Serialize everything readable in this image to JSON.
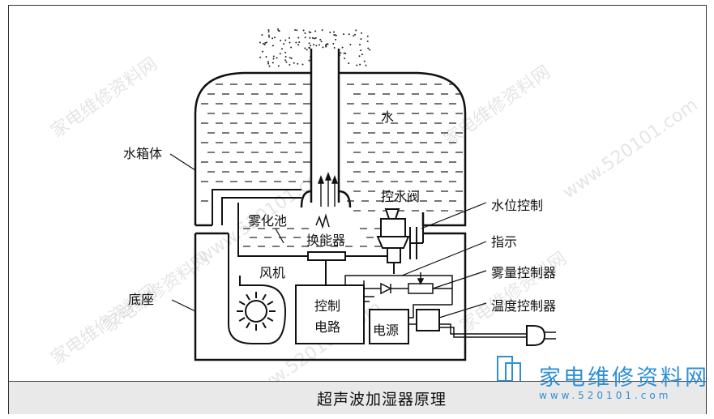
{
  "labels": {
    "water": "水",
    "tank": "水箱体",
    "valve": "控水阀",
    "level_control": "水位控制",
    "atomizing_pool": "雾化池",
    "transducer": "换能器",
    "indicator": "指示",
    "fan": "风机",
    "mist_controller": "雾量控制器",
    "base": "底座",
    "control_circuit_1": "控制",
    "control_circuit_2": "电路",
    "power": "电源",
    "temp_controller": "温度控制器"
  },
  "caption": "超声波加湿器原理",
  "watermark": "家电维修资料网",
  "watermark_url": "www.520101.com",
  "logo": {
    "text": "家电维修资料网",
    "url": "www.520101.com",
    "color": "#2e8fd6"
  }
}
